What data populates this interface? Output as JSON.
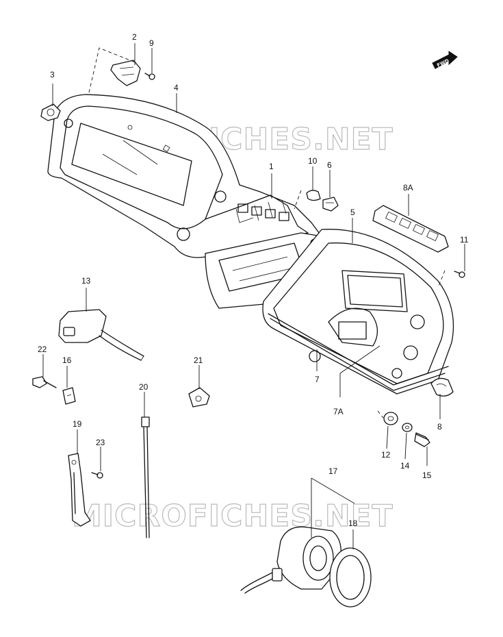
{
  "watermark": {
    "text": "MICROFICHES.NET"
  },
  "fwd_badge": {
    "text": "FWD"
  },
  "parts": [
    {
      "id": "1",
      "label": "1"
    },
    {
      "id": "2",
      "label": "2"
    },
    {
      "id": "3",
      "label": "3"
    },
    {
      "id": "4",
      "label": "4"
    },
    {
      "id": "5",
      "label": "5"
    },
    {
      "id": "6",
      "label": "6"
    },
    {
      "id": "7",
      "label": "7"
    },
    {
      "id": "7A",
      "label": "7A"
    },
    {
      "id": "8",
      "label": "8"
    },
    {
      "id": "8A",
      "label": "8A"
    },
    {
      "id": "9",
      "label": "9"
    },
    {
      "id": "10",
      "label": "10"
    },
    {
      "id": "11",
      "label": "11"
    },
    {
      "id": "12",
      "label": "12"
    },
    {
      "id": "13",
      "label": "13"
    },
    {
      "id": "14",
      "label": "14"
    },
    {
      "id": "15",
      "label": "15"
    },
    {
      "id": "16",
      "label": "16"
    },
    {
      "id": "17",
      "label": "17"
    },
    {
      "id": "18",
      "label": "18"
    },
    {
      "id": "19",
      "label": "19"
    },
    {
      "id": "20",
      "label": "20"
    },
    {
      "id": "21",
      "label": "21"
    },
    {
      "id": "22",
      "label": "22"
    },
    {
      "id": "23",
      "label": "23"
    }
  ]
}
